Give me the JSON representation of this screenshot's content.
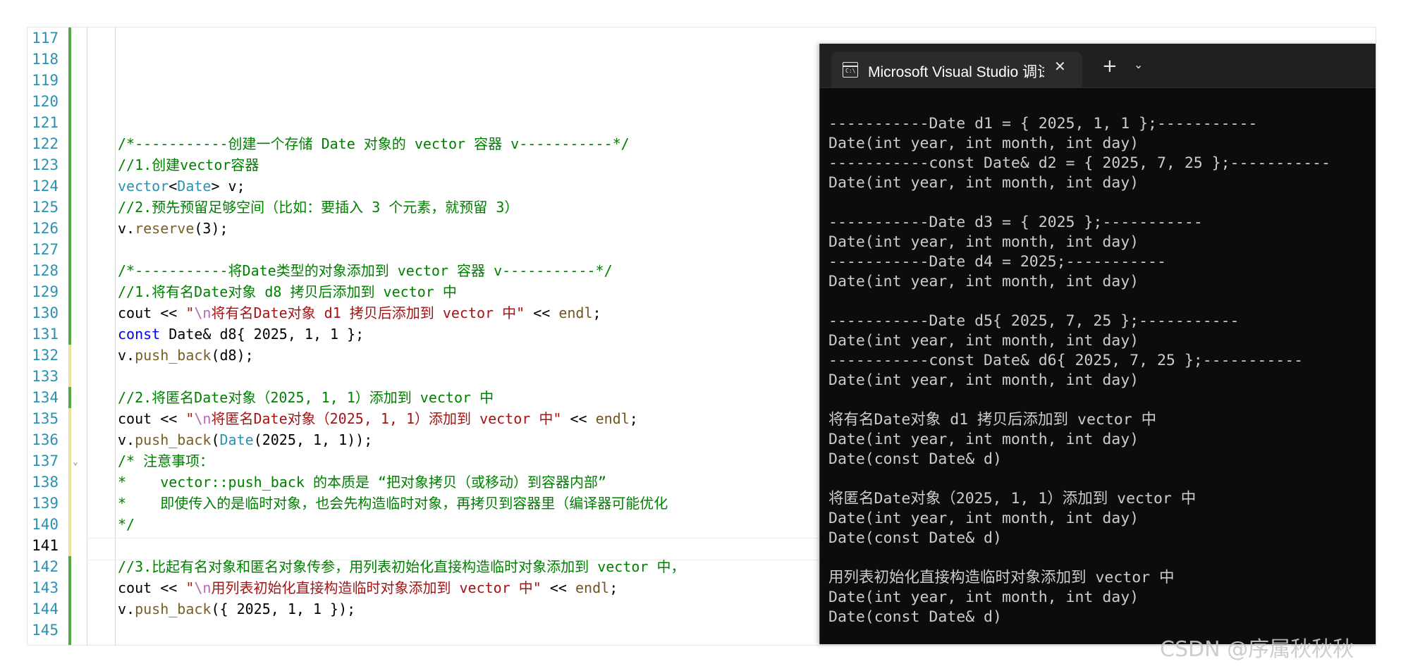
{
  "editor": {
    "line_numbers": [
      "117",
      "118",
      "119",
      "120",
      "121",
      "122",
      "123",
      "124",
      "125",
      "126",
      "127",
      "128",
      "129",
      "130",
      "131",
      "132",
      "133",
      "134",
      "135",
      "136",
      "137",
      "138",
      "139",
      "140",
      "141",
      "142",
      "143",
      "144",
      "145"
    ],
    "lines": {
      "l122": "/*-----------创建一个存储 Date 对象的 vector 容器 v-----------*/",
      "l123": "//1.创建vector容器",
      "l124a": "vector",
      "l124b": "<",
      "l124c": "Date",
      "l124d": "> v;",
      "l125": "//2.预先预留足够空间（比如：要插入 3 个元素，就预留 3）",
      "l126a": "v.",
      "l126b": "reserve",
      "l126c": "(3);",
      "l128": "/*-----------将Date类型的对象添加到 vector 容器 v-----------*/",
      "l129": "//1.将有名Date对象 d8 拷贝后添加到 vector 中",
      "l130a": "cout << ",
      "l130b": "\"",
      "l130c": "\\n",
      "l130d": "将有名Date对象 d1 拷贝后添加到 vector 中\"",
      "l130e": " << ",
      "l130f": "endl",
      "l130g": ";",
      "l131a": "const",
      "l131b": " Date& d8{ 2025, 1, 1 };",
      "l132a": "v.",
      "l132b": "push_back",
      "l132c": "(d8);",
      "l134": "//2.将匿名Date对象（2025, 1, 1）添加到 vector 中",
      "l135a": "cout << ",
      "l135b": "\"",
      "l135c": "\\n",
      "l135d": "将匿名Date对象（2025, 1, 1）添加到 vector 中\"",
      "l135e": " << ",
      "l135f": "endl",
      "l135g": ";",
      "l136a": "v.",
      "l136b": "push_back",
      "l136c": "(",
      "l136d": "Date",
      "l136e": "(2025, 1, 1));",
      "l137": "/* 注意事项：",
      "l138": "*    vector::push_back 的本质是 “把对象拷贝（或移动）到容器内部”",
      "l139": "*    即使传入的是临时对象，也会先构造临时对象，再拷贝到容器里（编译器可能优化",
      "l140": "*/",
      "l142": "//3.比起有名对象和匿名对象传参，用列表初始化直接构造临时对象添加到 vector 中，",
      "l143a": "cout << ",
      "l143b": "\"",
      "l143c": "\\n",
      "l143d": "用列表初始化直接构造临时对象添加到 vector 中\"",
      "l143e": " << ",
      "l143f": "endl",
      "l143g": ";",
      "l144a": "v.",
      "l144b": "push_back",
      "l144c": "({ 2025, 1, 1 });"
    }
  },
  "terminal": {
    "tab_title": "Microsoft Visual Studio 调试控制台",
    "tab_icon_text": "C:\\",
    "close_glyph": "✕",
    "new_tab_glyph": "+",
    "dropdown_glyph": "⌄",
    "output": [
      "-----------Date d1 = { 2025, 1, 1 };-----------",
      "Date(int year, int month, int day)",
      "-----------const Date& d2 = { 2025, 7, 25 };-----------",
      "Date(int year, int month, int day)",
      "",
      "-----------Date d3 = { 2025 };-----------",
      "Date(int year, int month, int day)",
      "-----------Date d4 = 2025;-----------",
      "Date(int year, int month, int day)",
      "",
      "-----------Date d5{ 2025, 7, 25 };-----------",
      "Date(int year, int month, int day)",
      "-----------const Date& d6{ 2025, 7, 25 };-----------",
      "Date(int year, int month, int day)",
      "",
      "将有名Date对象 d1 拷贝后添加到 vector 中",
      "Date(int year, int month, int day)",
      "Date(const Date& d)",
      "",
      "将匿名Date对象（2025, 1, 1）添加到 vector 中",
      "Date(int year, int month, int day)",
      "Date(const Date& d)",
      "",
      "用列表初始化直接构造临时对象添加到 vector 中",
      "Date(int year, int month, int day)",
      "Date(const Date& d)"
    ]
  },
  "watermark": "CSDN @序属秋秋秋"
}
